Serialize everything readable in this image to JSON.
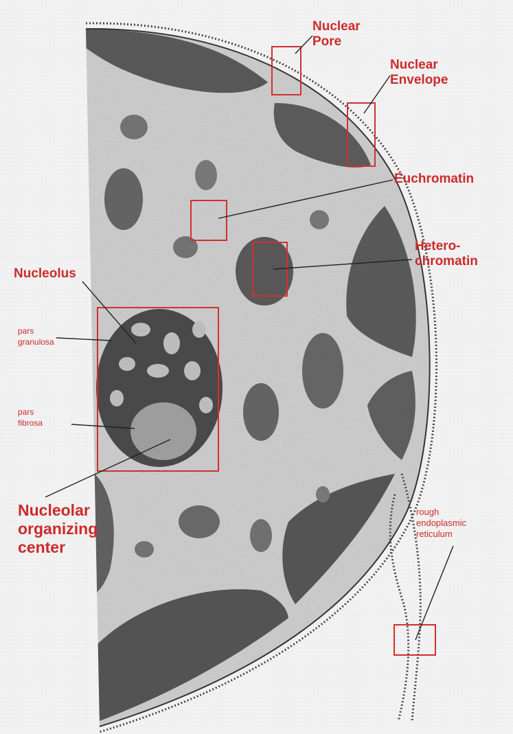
{
  "labels": {
    "nuclear_pore": [
      "Nuclear",
      "Pore"
    ],
    "nuclear_envelope": [
      "Nuclear",
      "Envelope"
    ],
    "euchromatin": [
      "Euchromatin"
    ],
    "heterochromatin": [
      "Hetero-",
      "chromatin"
    ],
    "nucleolus": [
      "Nucleolus"
    ],
    "pars_granulosa": [
      "pars",
      "granulosa"
    ],
    "pars_fibrosa": [
      "pars",
      "fibrosa"
    ],
    "nucleolar_organizing_center": [
      "Nucleolar",
      "organizing",
      "center"
    ],
    "rough_er": [
      "rough",
      "endoplasmic",
      "reticulum"
    ]
  },
  "colors": {
    "label_red": "#cc2a2a",
    "box_red": "#d03030",
    "chromatin_dark": "#5a5a5a",
    "nucleoplasm": "#d8d8d8",
    "background": "#f1f1f1"
  }
}
